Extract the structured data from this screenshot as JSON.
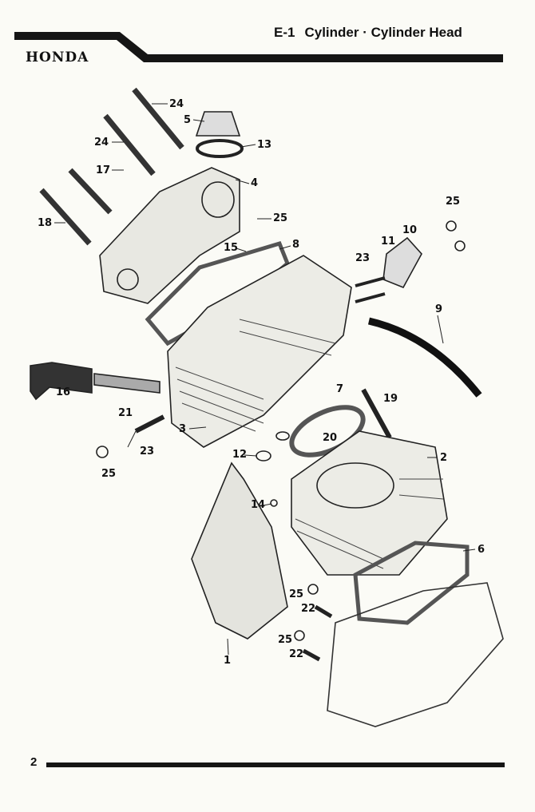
{
  "header": {
    "brand": "HONDA",
    "code": "E-1",
    "title": "Cylinder · Cylinder Head"
  },
  "callouts": [
    "24",
    "24",
    "5",
    "13",
    "17",
    "4",
    "18",
    "25",
    "15",
    "8",
    "25",
    "11",
    "10",
    "23",
    "9",
    "16",
    "21",
    "7",
    "19",
    "20",
    "3",
    "23",
    "2",
    "12",
    "25",
    "14",
    "6",
    "25",
    "22",
    "25",
    "1",
    "22"
  ],
  "footer": {
    "page_number": "2"
  }
}
